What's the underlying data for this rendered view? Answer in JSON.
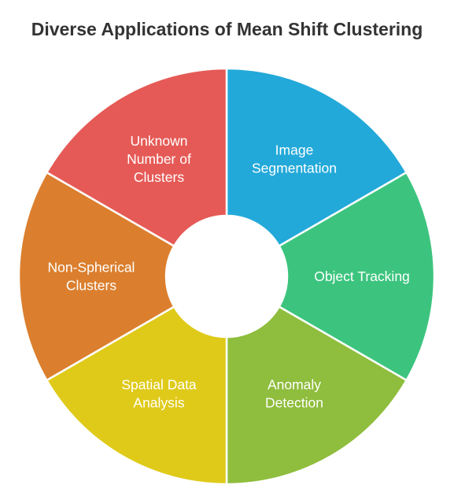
{
  "title": "Diverse Applications of Mean Shift Clustering",
  "segments": [
    {
      "name": "segment-image-segmentation",
      "lines": [
        "Image",
        "Segmentation"
      ],
      "color": "#22a9d9"
    },
    {
      "name": "segment-object-tracking",
      "lines": [
        "Object Tracking"
      ],
      "color": "#3cc47e"
    },
    {
      "name": "segment-anomaly-detection",
      "lines": [
        "Anomaly",
        "Detection"
      ],
      "color": "#8fbd3d"
    },
    {
      "name": "segment-spatial-data-analysis",
      "lines": [
        "Spatial Data",
        "Analysis"
      ],
      "color": "#dfca1a"
    },
    {
      "name": "segment-non-spherical-clusters",
      "lines": [
        "Non-Spherical",
        "Clusters"
      ],
      "color": "#db7f2e"
    },
    {
      "name": "segment-unknown-number-of-clusters",
      "lines": [
        "Unknown",
        "Number of",
        "Clusters"
      ],
      "color": "#e55a56"
    }
  ]
}
